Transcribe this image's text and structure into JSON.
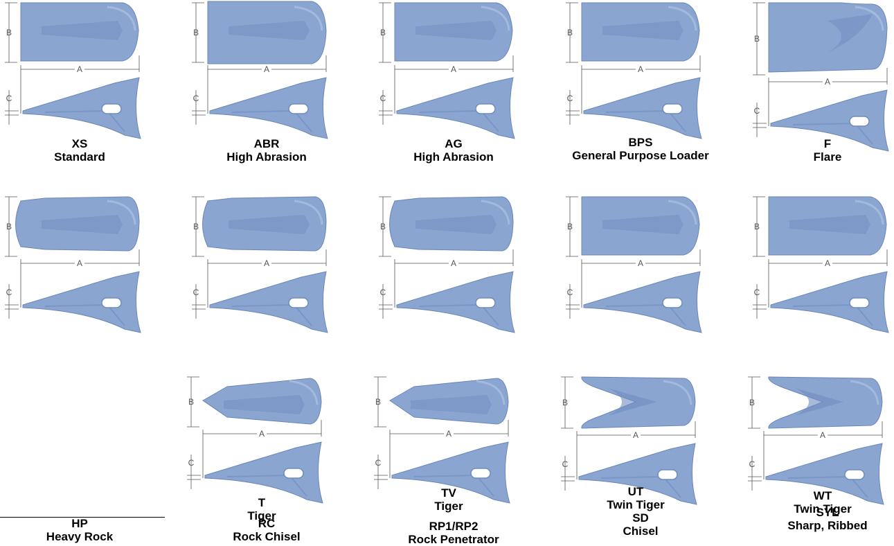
{
  "colors": {
    "tooth": "#8aa5d0",
    "tooth_dark": "#6f8cbf",
    "tooth_light": "#a9bee0",
    "outline": "#6a86b8",
    "dim": "#555555"
  },
  "dims": {
    "a": "A",
    "b": "B",
    "c": "C"
  },
  "teeth": [
    {
      "code": "XS",
      "name": "Standard",
      "shape": "straight"
    },
    {
      "code": "ABR",
      "name": "High Abrasion",
      "shape": "abr"
    },
    {
      "code": "AG",
      "name": "High Abrasion",
      "shape": "straight"
    },
    {
      "code": "BPS",
      "name": "General Purpose Loader",
      "shape": "straight"
    },
    {
      "code": "F",
      "name": "Flare",
      "shape": "flare"
    },
    {
      "code": "HP",
      "name": "Heavy Rock",
      "shape": "bullet"
    },
    {
      "code": "RC",
      "name": "Rock Chisel",
      "shape": "bullet"
    },
    {
      "code": "RP1/RP2",
      "name": "Rock Penetrator",
      "shape": "bullet"
    },
    {
      "code": "SD",
      "name": "Chisel",
      "shape": "straight"
    },
    {
      "code": "SYL",
      "name": "Sharp, Ribbed",
      "shape": "straight"
    },
    {
      "code": "T",
      "name": "Tiger",
      "shape": "tiger"
    },
    {
      "code": "TV",
      "name": "Tiger",
      "shape": "tiger"
    },
    {
      "code": "UT",
      "name": "Twin Tiger",
      "shape": "twin"
    },
    {
      "code": "WT",
      "name": "Twin Tiger",
      "shape": "twin"
    }
  ]
}
